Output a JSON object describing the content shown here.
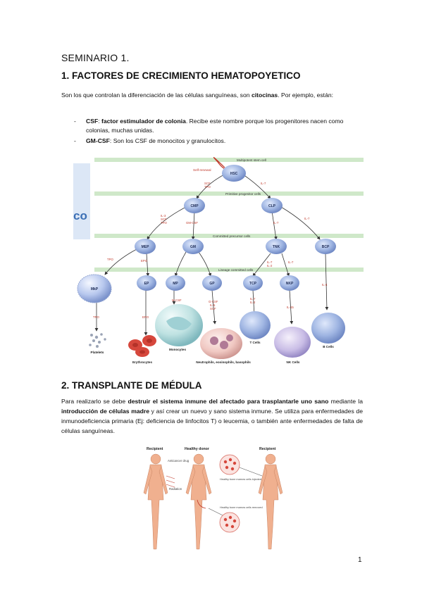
{
  "doc": {
    "title": "SEMINARIO 1.",
    "section1": {
      "heading": "1. FACTORES DE CRECIMIENTO HEMATOPOYETICO",
      "intro_a": "Son los que controlan la diferenciación de las células sanguíneas, son ",
      "intro_b": "citocinas",
      "intro_c": ". Por ejemplo, están:",
      "items": [
        {
          "dash": "-",
          "term": "CSF",
          "sep": ": ",
          "bold2": "factor estimulador de colonia",
          "rest": ". Recibe este nombre porque los progenitores nacen como colonias, muchas unidas."
        },
        {
          "dash": "-",
          "term": "GM-CSF",
          "sep": ": ",
          "bold2": "",
          "rest": "Son los CSF de monocitos y granulocitos."
        }
      ]
    },
    "figure1": {
      "side_text": "co",
      "row_labels": [
        "Multipotent stem cell",
        "Primitive progenitor cells",
        "Committed precursor cells",
        "Lineage committed cells"
      ],
      "self_renewal": "Self-renewal",
      "nodes": [
        "HSC",
        "CMP",
        "CLP",
        "MEP",
        "GM",
        "TNK",
        "BCP",
        "MkP",
        "EP",
        "MP",
        "GP",
        "TCP",
        "NKP"
      ],
      "factors": {
        "hsc_cmp": "SCF\nTPO",
        "hsc_clp": "IL-7",
        "cmp_mep": "IL-3\nSCF\nTPO",
        "cmp_gm": "GM-CSF",
        "clp_tnk": "IL-7",
        "clp_bcp": "IL-7",
        "mep_mkp": "TPO",
        "mep_ep": "EPO",
        "tnk_tcp": "IL-7\nIL-2",
        "tnk_nkp": "IL-7",
        "mp": "M-CSF",
        "gp": "G-CSF\nIL-5\nSCF",
        "tcp": "IL-7\nIL-2",
        "nkp": "IL-15",
        "bcp_b": "IL-4",
        "mkp_pl": "TPO",
        "ep_er": "EPO"
      },
      "final_cells": [
        "Platelets",
        "Erythrocytes",
        "Monocytes",
        "Neutrophils, eosinophils, basophils",
        "T Cells",
        "NK Cells",
        "B Cells"
      ]
    },
    "section2": {
      "heading": "2. TRANSPLANTE DE MÉDULA",
      "p_a": "Para realizarlo se debe ",
      "p_b": "destruir el sistema inmune del afectado para trasplantarle uno sano",
      "p_c": " mediante la ",
      "p_d": "introducción de células madre",
      "p_e": " y así crear un nuevo y sano sistema inmune. Se utiliza para enfermedades de inmunodeficiencia primaria (Ej: deficiencia de linfocitos T) o leucemia, o también ante enfermedades de falta de células sanguíneas."
    },
    "figure2": {
      "recipient_left": "Recipient",
      "donor": "Healthy donor",
      "recipient_right": "Recipient",
      "anticancer": "Anticancer drug",
      "radiation": "Radiation",
      "injected": "Healthy bone marrow cells injected",
      "removed": "Healthy bone marrow cells removed"
    },
    "page_number": "1",
    "colors": {
      "cell_blue": "#8ea8d8",
      "band_green": "#cfe8c9",
      "rbc_red": "#d6473c",
      "skin": "#f0b08f"
    }
  }
}
